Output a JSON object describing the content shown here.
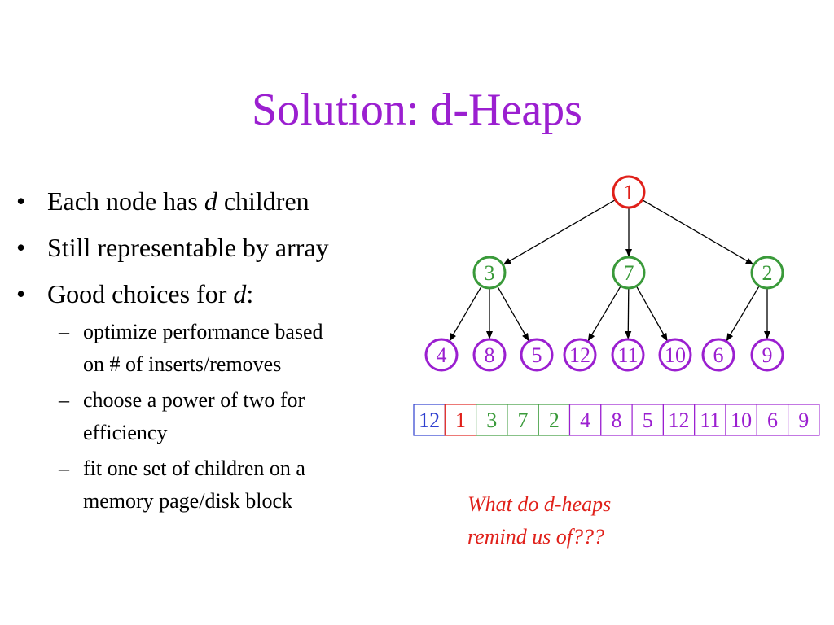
{
  "title": "Solution: d-Heaps",
  "bullets": [
    {
      "text_before": "Each node has ",
      "italic": "d",
      "text_after": " children"
    },
    {
      "text_before": "Still representable by array",
      "italic": "",
      "text_after": ""
    },
    {
      "text_before": "Good choices for ",
      "italic": "d",
      "text_after": ":"
    }
  ],
  "sub_bullets": [
    {
      "line1": "optimize performance based",
      "line2": "on # of inserts/removes"
    },
    {
      "line1": "choose a power of two for",
      "line2": "efficiency"
    },
    {
      "line1": "fit one set of children on a",
      "line2": "memory page/disk block"
    }
  ],
  "colors": {
    "title": "#9b1fd0",
    "root": "#e0201a",
    "level1": "#3a9a3a",
    "level2": "#9b1fd0",
    "size": "#2e3fcf",
    "arrow": "#000000",
    "question": "#e0201a"
  },
  "tree": {
    "root": "1",
    "level1": [
      "3",
      "7",
      "2"
    ],
    "level2": [
      "4",
      "8",
      "5",
      "12",
      "11",
      "10",
      "6",
      "9"
    ]
  },
  "array": {
    "size": "12",
    "root": "1",
    "level1": [
      "3",
      "7",
      "2"
    ],
    "level2": [
      "4",
      "8",
      "5",
      "12",
      "11",
      "10",
      "6",
      "9"
    ]
  },
  "question": {
    "line1": "What do d-heaps",
    "line2": "remind us of???"
  }
}
